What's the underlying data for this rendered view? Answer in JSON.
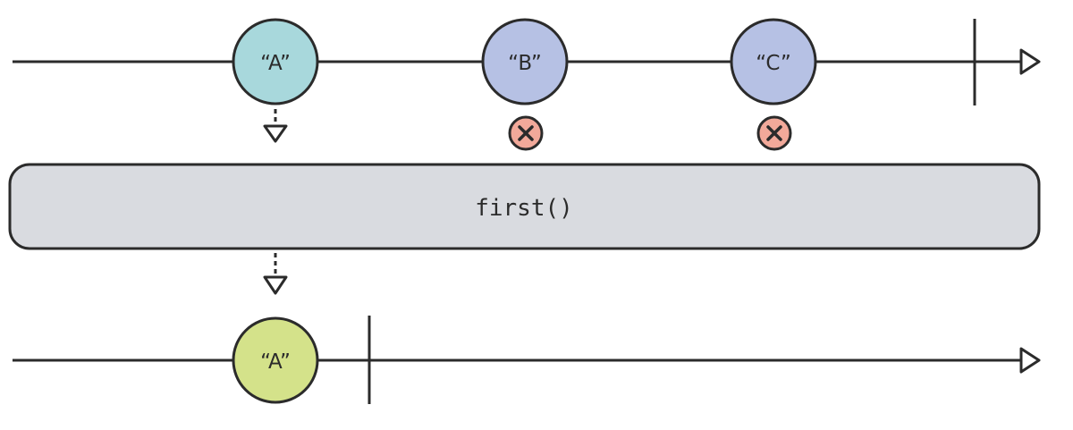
{
  "input_stream": {
    "emissions": [
      {
        "value": "“A”",
        "color": "#a8d8dc",
        "passed": true
      },
      {
        "value": "“B”",
        "color": "#b6c1e4",
        "passed": false
      },
      {
        "value": "“C”",
        "color": "#b6c1e4",
        "passed": false
      }
    ],
    "completes": true
  },
  "operator": {
    "label": "first()",
    "color": "#d9dbe0"
  },
  "output_stream": {
    "emissions": [
      {
        "value": "“A”",
        "color": "#d4e28a"
      }
    ],
    "completes": true
  },
  "colors": {
    "stroke": "#2b2b2b",
    "dropped_badge": "#f2a99a"
  }
}
